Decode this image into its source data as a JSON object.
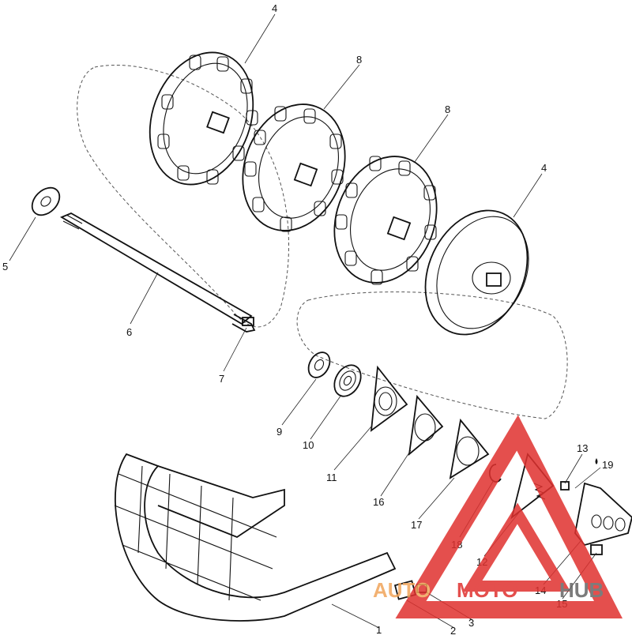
{
  "diagram": {
    "callouts": [
      {
        "id": "callout-1",
        "text": "1"
      },
      {
        "id": "callout-2",
        "text": "2"
      },
      {
        "id": "callout-3",
        "text": "3"
      },
      {
        "id": "callout-4a",
        "text": "4"
      },
      {
        "id": "callout-4b",
        "text": "4"
      },
      {
        "id": "callout-5",
        "text": "5"
      },
      {
        "id": "callout-6",
        "text": "6"
      },
      {
        "id": "callout-7",
        "text": "7"
      },
      {
        "id": "callout-8a",
        "text": "8"
      },
      {
        "id": "callout-8b",
        "text": "8"
      },
      {
        "id": "callout-9",
        "text": "9"
      },
      {
        "id": "callout-10",
        "text": "10"
      },
      {
        "id": "callout-11",
        "text": "11"
      },
      {
        "id": "callout-12",
        "text": "12"
      },
      {
        "id": "callout-13",
        "text": "13"
      },
      {
        "id": "callout-14",
        "text": "14"
      },
      {
        "id": "callout-15",
        "text": "15"
      },
      {
        "id": "callout-16",
        "text": "16"
      },
      {
        "id": "callout-17",
        "text": "17"
      },
      {
        "id": "callout-18",
        "text": "18"
      },
      {
        "id": "callout-19",
        "text": "19"
      }
    ]
  },
  "watermark": {
    "part1": "AUTO",
    "part2": "MOTO",
    "part3": "HUB",
    "color_red": "#e0312f",
    "color_orange": "#f0a45a",
    "color_grey": "#666666"
  }
}
